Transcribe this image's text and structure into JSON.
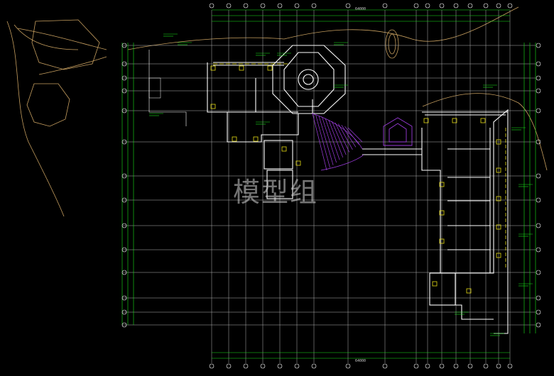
{
  "watermark": "模型组",
  "top_dimensions": {
    "overall": "64000"
  },
  "bottom_dimensions": {
    "overall": "64000"
  },
  "colors": {
    "background": "#000000",
    "grid_lines": "#b4b4b4",
    "walls": "#ffffff",
    "green_annotation": "#19e619",
    "yellow_elements": "#e6dc14",
    "purple_stairs": "#9c3cdc",
    "site_lines": "#c8a060",
    "axis_bubbles": "#ffffff"
  }
}
